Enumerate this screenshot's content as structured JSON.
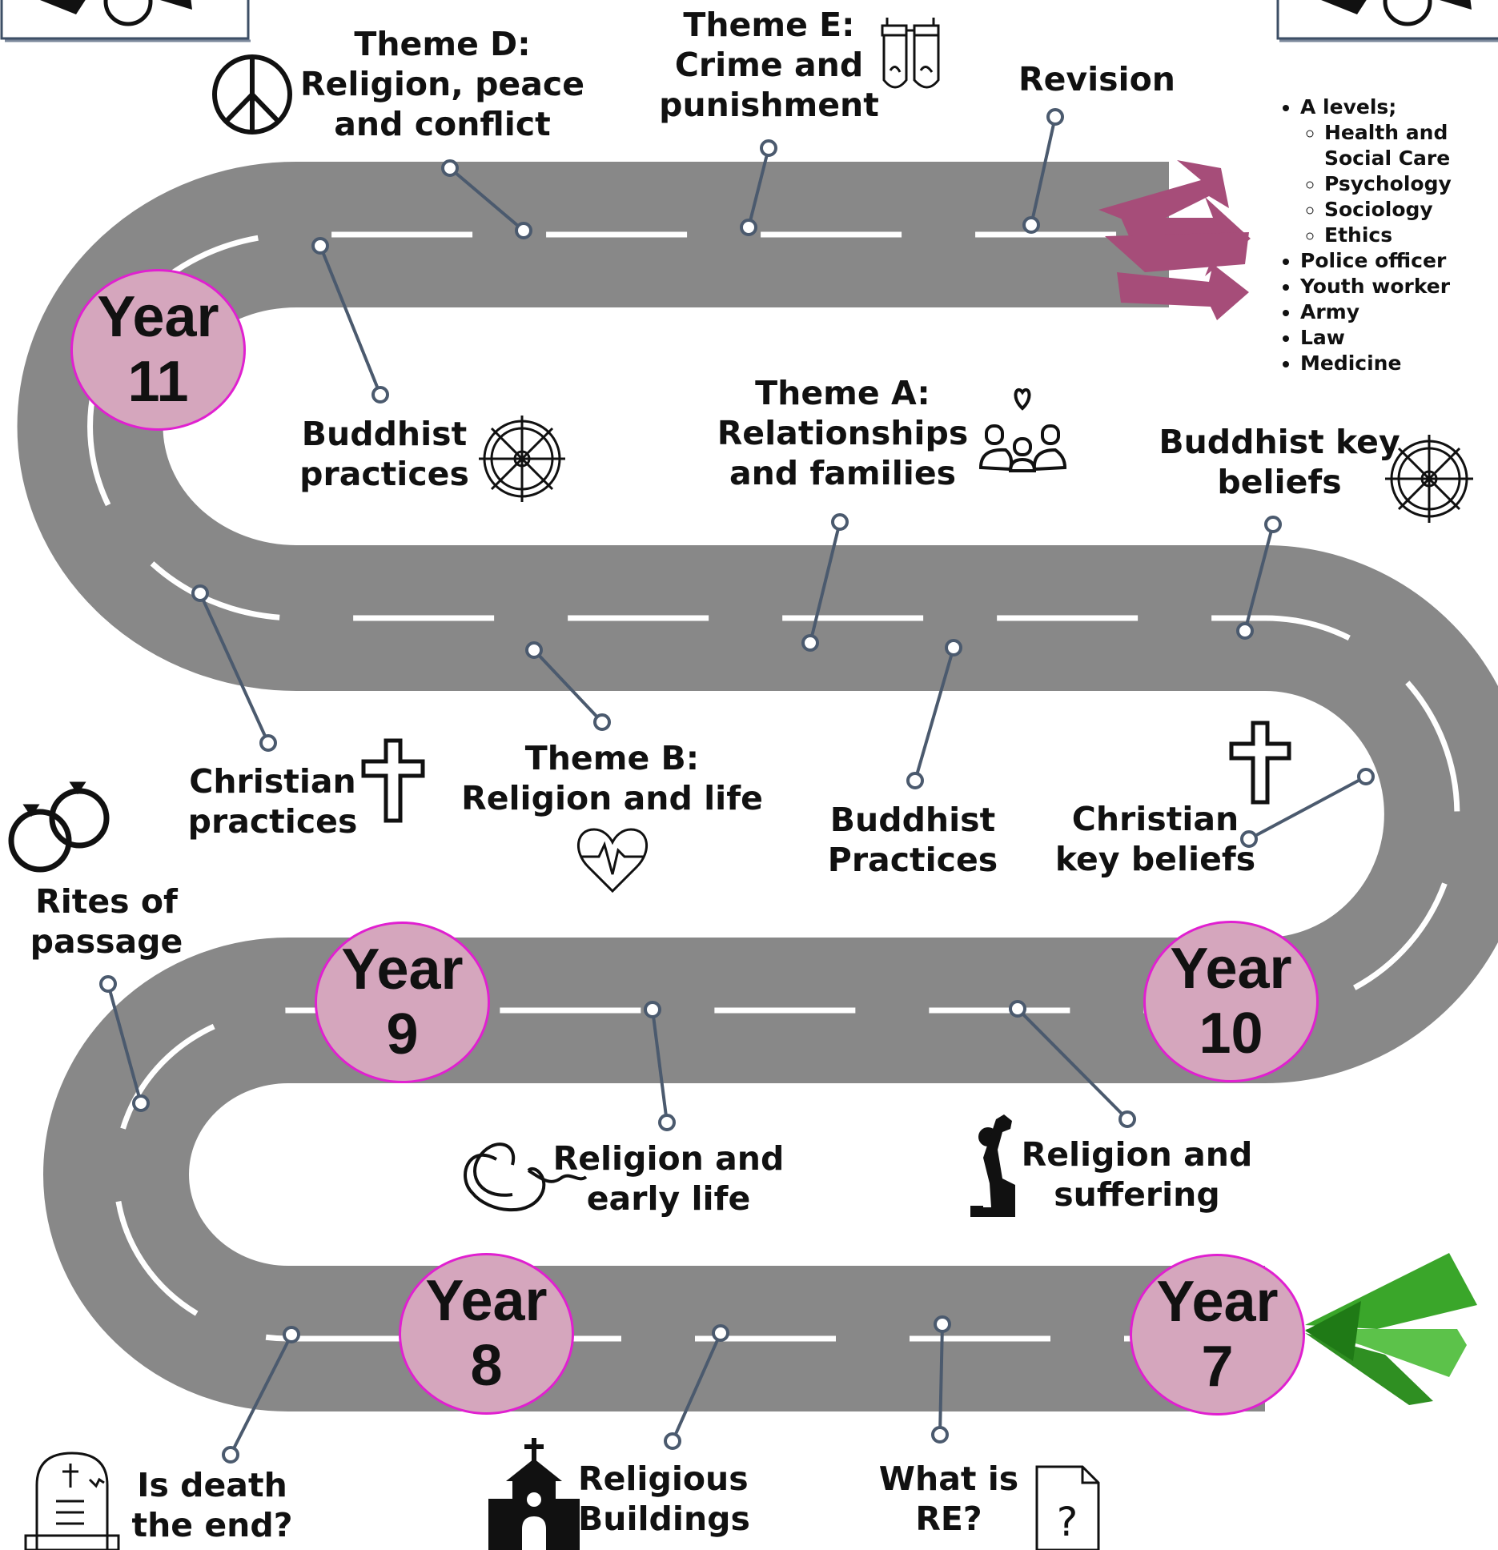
{
  "milestones": {
    "year7": {
      "line1": "Year",
      "line2": "7"
    },
    "year8": {
      "line1": "Year",
      "line2": "8"
    },
    "year9": {
      "line1": "Year",
      "line2": "9"
    },
    "year10": {
      "line1": "Year",
      "line2": "10"
    },
    "year11": {
      "line1": "Year",
      "line2": "11"
    }
  },
  "topics": {
    "theme_d": "Theme D:\nReligion, peace\nand conflict",
    "theme_e": "Theme E:\nCrime and\npunishment",
    "revision": "Revision",
    "buddhist_practices_y11": "Buddhist\npractices",
    "theme_a": "Theme A:\nRelationships\nand families",
    "buddhist_key_beliefs": "Buddhist key\nbeliefs",
    "christian_practices": "Christian\npractices",
    "theme_b": "Theme B:\nReligion and life",
    "buddhist_practices_y10": "Buddhist\nPractices",
    "christian_key_beliefs": "Christian\nkey beliefs",
    "rites_of_passage": "Rites of\npassage",
    "religion_early_life": "Religion and\nearly life",
    "religion_suffering": "Religion and\nsuffering",
    "is_death_the_end": "Is death\nthe end?",
    "religious_buildings": "Religious\nBuildings",
    "what_is_re": "What is\nRE?"
  },
  "careers": {
    "a_levels": "A levels;",
    "a_level_subjects": [
      "Health and Social Care",
      "Psychology",
      "Sociology",
      "Ethics"
    ],
    "jobs": [
      "Police officer",
      "Youth worker",
      "Army",
      "Law",
      "Medicine"
    ]
  },
  "colors": {
    "road": "#888888",
    "road_dash": "#ffffff",
    "year_fill": "#d5a6bd",
    "year_border": "#e020d0",
    "connector": "#4b5a6e",
    "end_arrows": "#a64d79",
    "start_arrow": "#3aa62a"
  },
  "icons": [
    "peace-icon",
    "handcuffed-hands-icon",
    "dharma-wheel-icon",
    "family-icon",
    "cross-icon",
    "heartbeat-icon",
    "wedding-rings-icon",
    "fetus-icon",
    "praying-person-icon",
    "gravestone-icon",
    "church-icon",
    "question-document-icon"
  ]
}
